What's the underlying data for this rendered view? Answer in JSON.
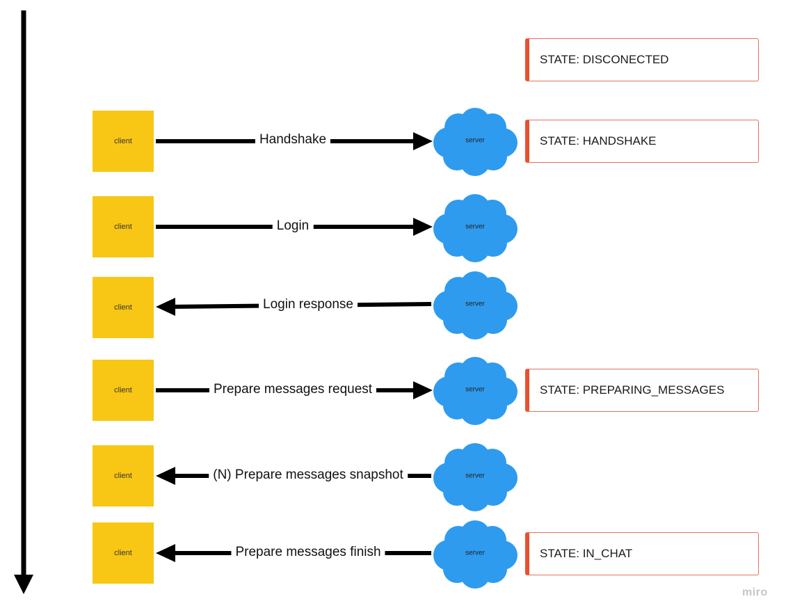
{
  "states": {
    "disconnected": "STATE: DISCONECTED",
    "handshake": "STATE: HANDSHAKE",
    "preparing": "STATE: PREPARING_MESSAGES",
    "in_chat": "STATE: IN_CHAT"
  },
  "rows": [
    {
      "client": "client",
      "server": "server",
      "message": "Handshake",
      "direction": "to-server"
    },
    {
      "client": "client",
      "server": "server",
      "message": "Login",
      "direction": "to-server"
    },
    {
      "client": "client",
      "server": "server",
      "message": "Login response",
      "direction": "to-client"
    },
    {
      "client": "client",
      "server": "server",
      "message": "Prepare messages request",
      "direction": "to-server"
    },
    {
      "client": "client",
      "server": "server",
      "message": "(N) Prepare messages snapshot",
      "direction": "to-client"
    },
    {
      "client": "client",
      "server": "server",
      "message": "Prepare messages finish",
      "direction": "to-client"
    }
  ],
  "colors": {
    "sticky": "#f8c715",
    "cloud": "#2e9bef",
    "note_accent": "#e9502f",
    "arrow": "#000000"
  },
  "watermark": "miro"
}
